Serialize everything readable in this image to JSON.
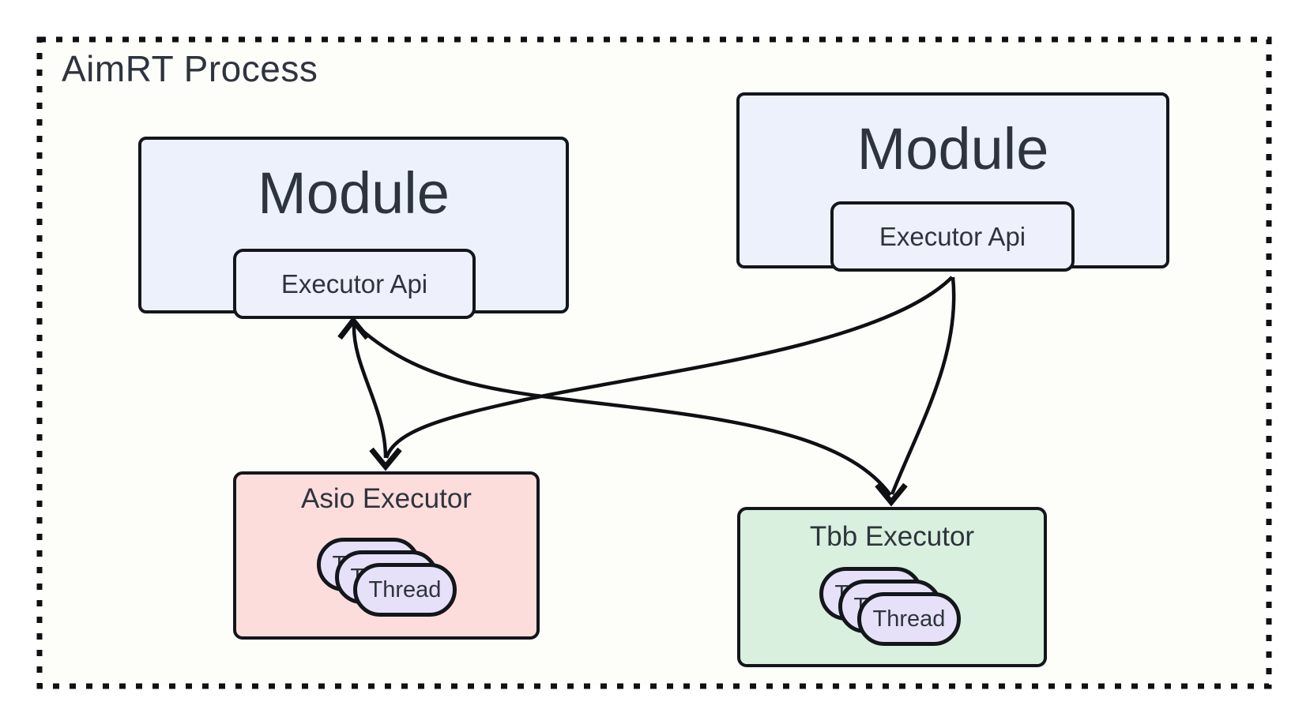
{
  "process": {
    "title": "AimRT Process",
    "modules": [
      {
        "label": "Module",
        "api_label": "Executor Api"
      },
      {
        "label": "Module",
        "api_label": "Executor Api"
      }
    ],
    "executors": [
      {
        "label": "Asio Executor",
        "threads": [
          "Thread",
          "Thread",
          "Thread"
        ]
      },
      {
        "label": "Tbb Executor",
        "threads": [
          "Thread",
          "Thread",
          "Thread"
        ]
      }
    ],
    "arrows": [
      {
        "from": "module-left-executor-api",
        "to": "asio-executor"
      },
      {
        "from": "module-left-executor-api",
        "to": "tbb-executor"
      },
      {
        "from": "module-right-executor-api",
        "to": "asio-executor"
      },
      {
        "from": "module-right-executor-api",
        "to": "tbb-executor"
      }
    ],
    "colors": {
      "module_fill": "#edf1fb",
      "api_fill": "#eef1fb",
      "asio_fill": "#fcdddc",
      "tbb_fill": "#daf0df",
      "thread_fill": "#e6e0f8",
      "border": "#13161b",
      "arrow": "#0e1013",
      "text": "#2e343d",
      "process_fill": "#fdfdfa",
      "page_bg": "#ffffff"
    }
  }
}
